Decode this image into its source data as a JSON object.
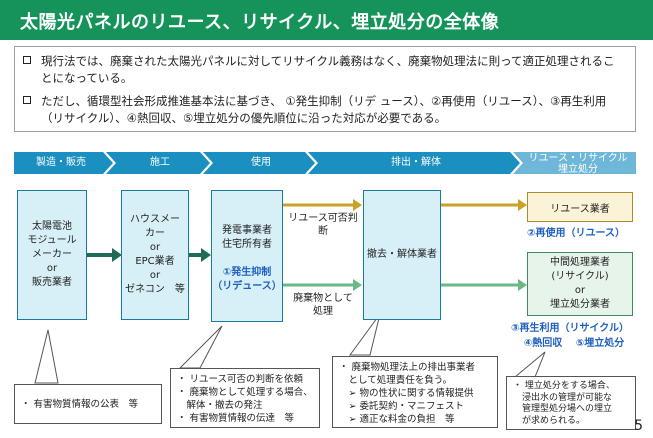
{
  "title": "太陽光パネルのリユース、リサイクル、埋立処分の全体像",
  "intro": [
    "現行法では、廃棄された太陽光パネルに対してリサイクル義務はなく、廃棄物処理法に則って適正処理されることになっている。",
    "ただし、循環型社会形成推進基本法に基づき、 ①発生抑制（リデ ュース）、②再使用（リユース）、③再生利用（リサイクル）、④熱回収、⑤埋立処分の優先順位に沿った対応が必要である。"
  ],
  "stages": [
    "製造・販売",
    "施工",
    "使用",
    "排出・解体",
    "リユース・リサイクル",
    "埋立処分"
  ],
  "boxes": {
    "maker": [
      "太陽電池",
      "モジュール",
      "メーカー",
      "or",
      "販売業者"
    ],
    "installer": [
      "ハウスメー",
      "カー",
      "or",
      "EPC業者",
      "or",
      "ゼネコン　等"
    ],
    "user": [
      "発電事業者",
      "住宅所有者"
    ],
    "user_tag": [
      "①発生抑制",
      "（リデュース）"
    ],
    "dismantler": "撤去・解体業者",
    "reuse": "リユース業者",
    "recycle": [
      "中間処理業者",
      "(リサイクル)",
      "or",
      "埋立処分業者"
    ]
  },
  "labels": {
    "reuse_judge": "リユース可否判断",
    "waste": [
      "廃棄物として",
      "処理"
    ],
    "reuse_tag": "②再使用（リユース）",
    "recycle_tag": "③再生利用（リサイクル）",
    "heat_tag": "④熱回収",
    "landfill_tag": "⑤埋立処分"
  },
  "callouts": {
    "maker": [
      "・ 有害物質情報の公表　等"
    ],
    "user": [
      "・ リユース可否の判断を依頼",
      "・ 廃棄物として処理する場合、",
      "　解体・撤去の発注",
      "・ 有害物質情報の伝達　等"
    ],
    "dismantler": [
      "・ 廃棄物処理法上の排出事業者",
      "　として処理責任を負う。",
      "　➢ 物の性状に関する情報提供",
      "　➢ 委託契約・マニフェスト",
      "　➢ 適正な料金の負担　等"
    ],
    "landfill": [
      "・ 埋立処分をする場合、",
      "　浸出水の管理が可能な",
      "　管理型処分場への埋立",
      "　が求められる。"
    ]
  },
  "page_number": "5",
  "colors": {
    "title_bg": "#15935a",
    "stage_bar": "#1a8fc0",
    "arrow_dark": "#1e6b56",
    "arrow_gold": "#c9a227",
    "arrow_green": "#6ab886"
  }
}
